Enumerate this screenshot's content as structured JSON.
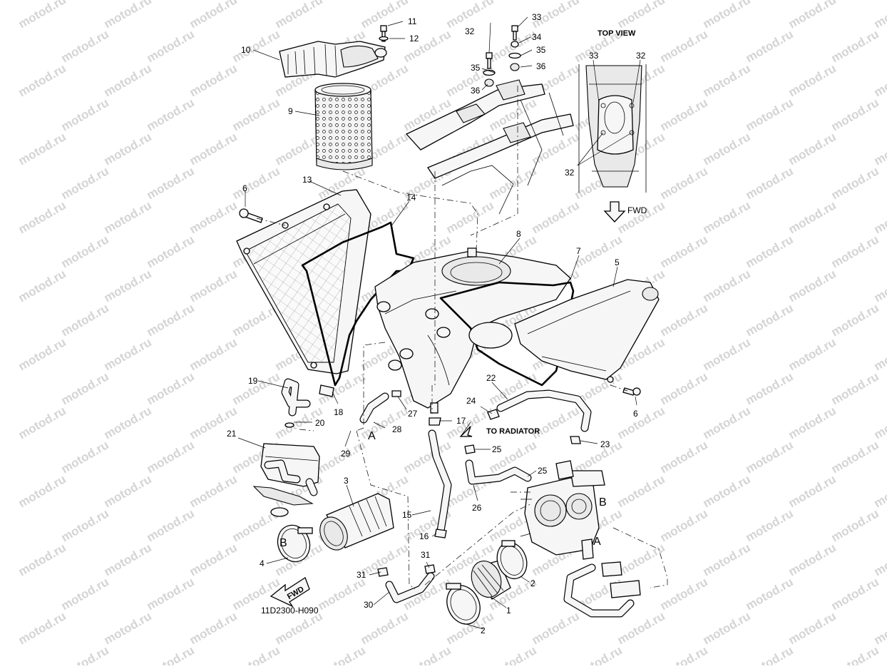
{
  "diagram": {
    "code": "11D2300-H090",
    "watermark": "motod.ru",
    "inset": {
      "title": "TOP VIEW",
      "fwd_label": "FWD"
    },
    "fwd_badge": "FWD",
    "to_radiator": "TO RADIATOR",
    "refs": {
      "a": "A",
      "b": "B"
    },
    "callouts": [
      "1",
      "2",
      "2",
      "3",
      "4",
      "5",
      "6",
      "6",
      "7",
      "8",
      "9",
      "10",
      "11",
      "12",
      "13",
      "14",
      "15",
      "16",
      "17",
      "18",
      "19",
      "20",
      "21",
      "22",
      "23",
      "24",
      "25",
      "25",
      "26",
      "27",
      "28",
      "29",
      "30",
      "31",
      "31",
      "32",
      "32",
      "33",
      "32",
      "33",
      "34",
      "35",
      "35",
      "36",
      "36",
      "A",
      "B",
      "A",
      "B"
    ]
  }
}
